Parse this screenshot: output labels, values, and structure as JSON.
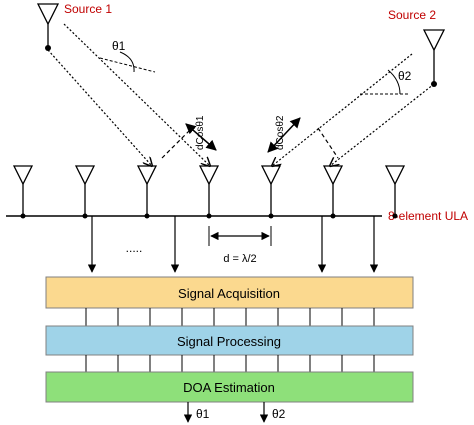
{
  "sources": [
    {
      "label": "Source 1",
      "angle_label": "θ1"
    },
    {
      "label": "Source 2",
      "angle_label": "θ2"
    }
  ],
  "path_difference_labels": [
    "dCosθ1",
    "dCosθ2"
  ],
  "spacing_label": "d = λ/2",
  "array_label": "8-element ULA",
  "ellipsis": ".....",
  "blocks": [
    {
      "label": "Signal Acquisition",
      "fill": "#fbd98f"
    },
    {
      "label": "Signal Processing",
      "fill": "#9fd3e8"
    },
    {
      "label": "DOA Estimation",
      "fill": "#8ee07a"
    }
  ],
  "outputs": [
    "θ1",
    "θ2"
  ],
  "colors": {
    "source_text": "#c00000",
    "array_text": "#c00000",
    "line": "#000000"
  }
}
